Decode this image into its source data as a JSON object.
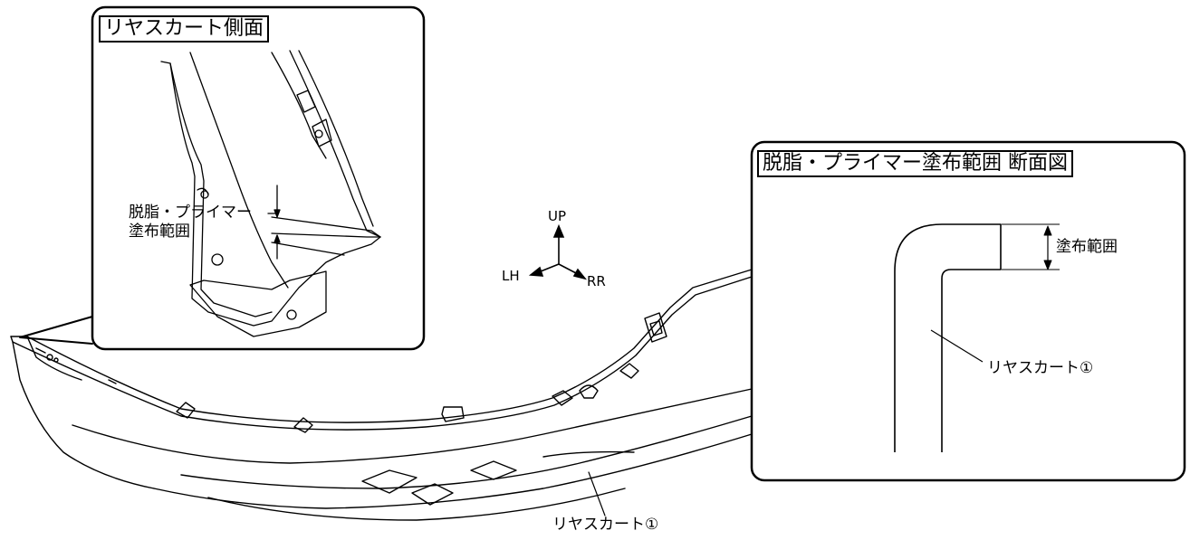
{
  "detail_left": {
    "title": "リヤスカート側面",
    "callout_line1": "脱脂・プライマー",
    "callout_line2": "塗布範囲"
  },
  "orientation": {
    "up": "UP",
    "left": "LH",
    "rear": "RR"
  },
  "detail_right": {
    "title": "脱脂・プライマー塗布範囲 断面図",
    "range_label": "塗布範囲",
    "part_label": "リヤスカート①"
  },
  "main": {
    "part_label": "リヤスカート①"
  }
}
